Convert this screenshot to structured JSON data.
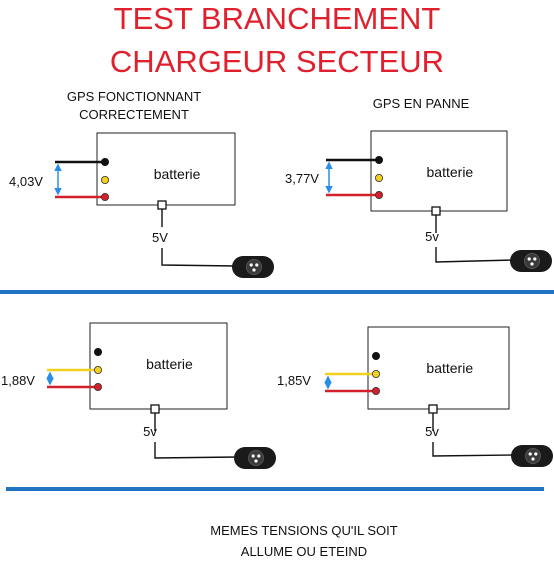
{
  "title_line1": "TEST BRANCHEMENT",
  "title_line2": "CHARGEUR SECTEUR",
  "colors": {
    "title": "#e0202c",
    "separator": "#1f73c2",
    "wire_black": "#111111",
    "wire_red": "#d4202a",
    "wire_yellow": "#f2d020",
    "arrow": "#2a8ee8"
  },
  "panels": [
    {
      "caption_line1": "GPS FONCTIONNANT",
      "caption_line2": "CORRECTEMENT",
      "battery_label": "batterie",
      "voltage": "4,03V",
      "plug_voltage": "5V",
      "top_wire": "black"
    },
    {
      "caption_line1": "GPS EN PANNE",
      "caption_line2": "",
      "battery_label": "batterie",
      "voltage": "3,77V",
      "plug_voltage": "5v",
      "top_wire": "black"
    },
    {
      "caption_line1": "",
      "caption_line2": "",
      "battery_label": "batterie",
      "voltage": "1,88V",
      "plug_voltage": "5v",
      "top_wire": "yellow"
    },
    {
      "caption_line1": "",
      "caption_line2": "",
      "battery_label": "batterie",
      "voltage": "1,85V",
      "plug_voltage": "5v",
      "top_wire": "yellow"
    }
  ],
  "footer_line1": "MEMES TENSIONS QU'IL SOIT",
  "footer_line2": "ALLUME OU ETEIND"
}
